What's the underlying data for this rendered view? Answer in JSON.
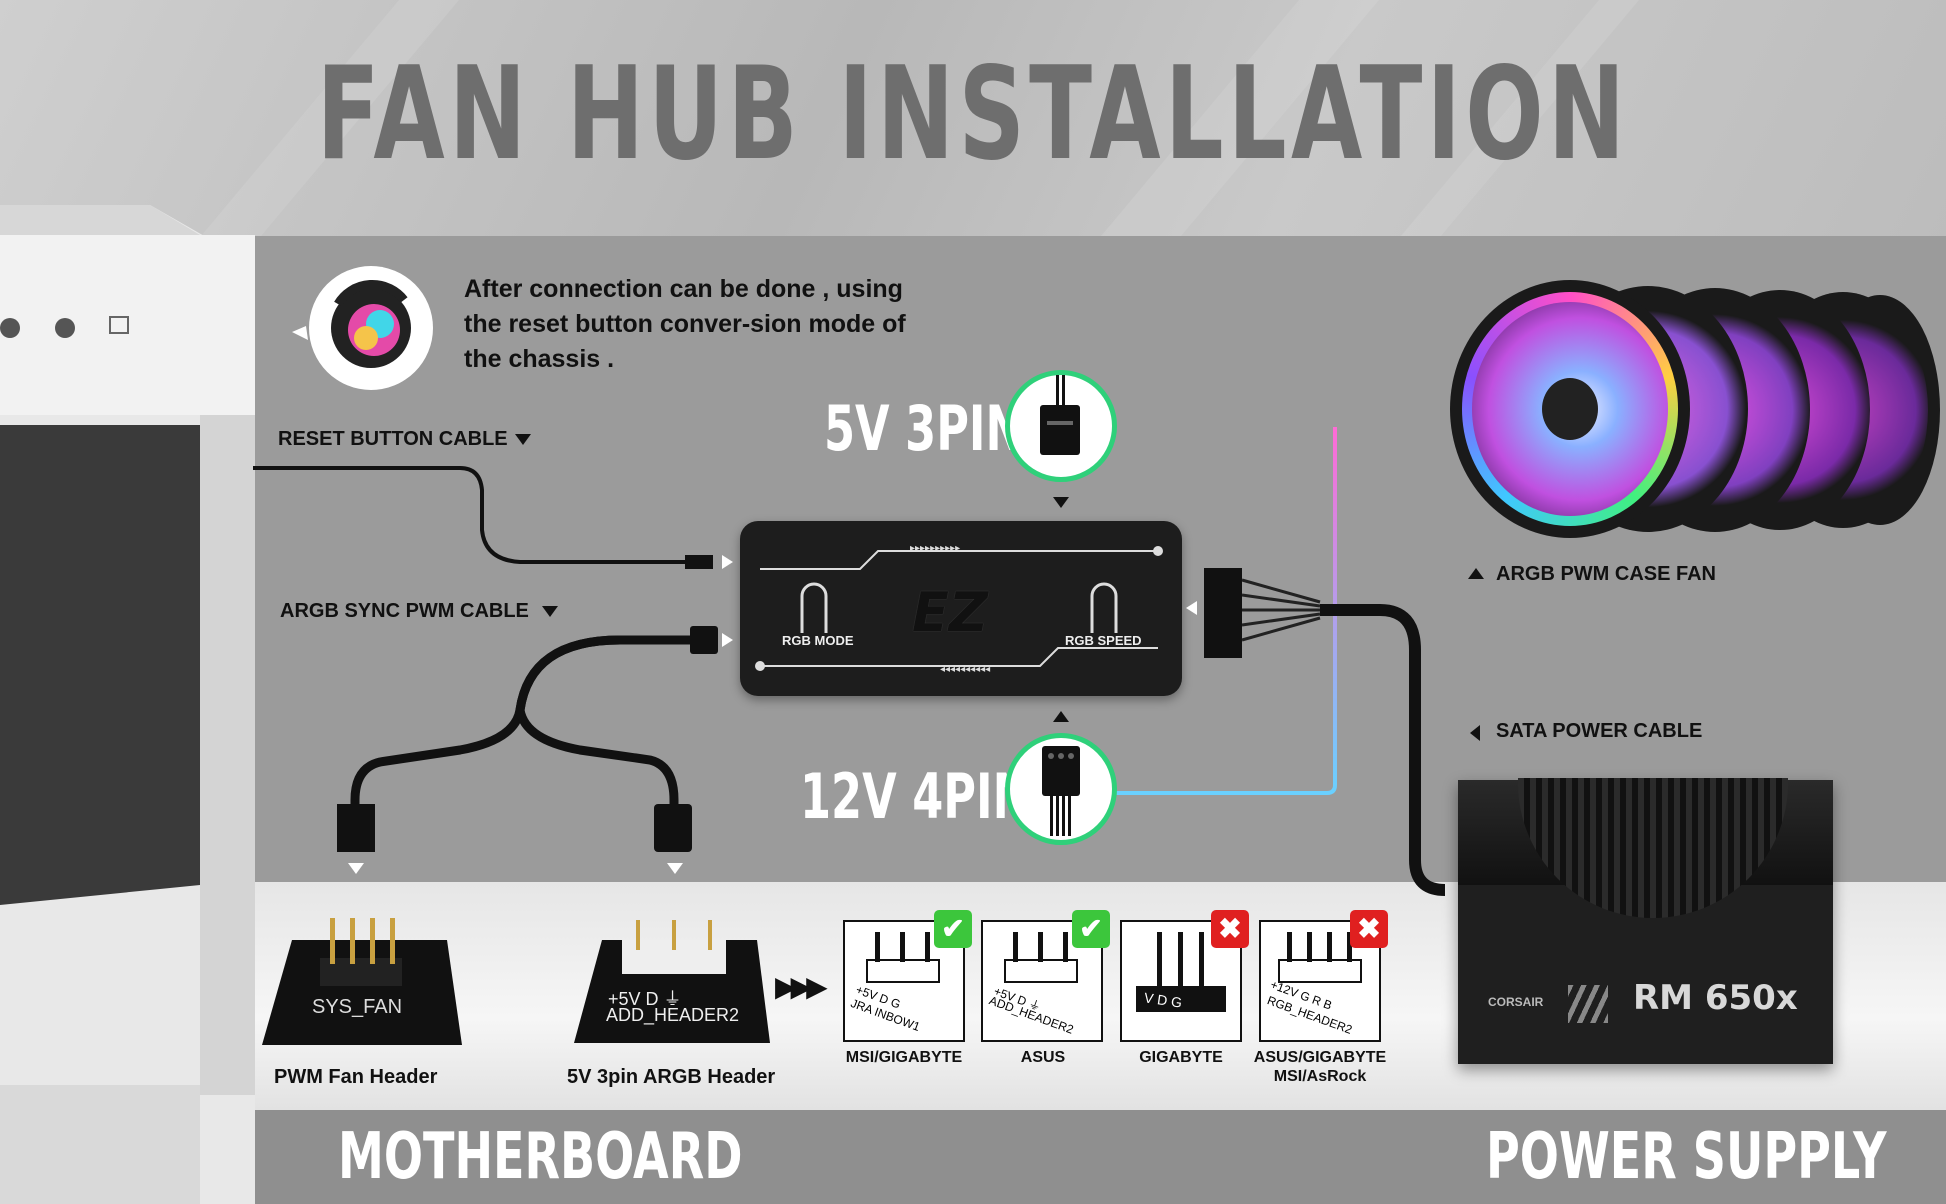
{
  "title": "FAN HUB INSTALLATION",
  "info_text": "After connection can be done , using the reset button conver-sion mode of the chassis .",
  "labels": {
    "reset_cable": "RESET BUTTON CABLE",
    "argb_sync_cable": "ARGB SYNC PWM CABLE",
    "case_fan": "ARGB PWM CASE FAN",
    "sata_cable": "SATA POWER CABLE",
    "five_v": "5V 3PIN",
    "twelve_v": "12V 4PIN"
  },
  "hub": {
    "brand": "EZ",
    "left_button": "RGB MODE",
    "right_button": "RGB SPEED"
  },
  "headers": {
    "pwm_chip_text": "SYS_FAN",
    "pwm_caption": "PWM Fan Header",
    "argb_chip_text_1": "+5V  D   ⏚",
    "argb_chip_text_2": "ADD_HEADER2",
    "argb_caption": "5V 3pin ARGB Header"
  },
  "compat": [
    {
      "caption": "MSI/GIGABYTE",
      "pins": "+5V  D   G",
      "name": "JRA INBOW1",
      "ok": true,
      "mark": "✔"
    },
    {
      "caption": "ASUS",
      "pins": "+5V  D  ⏚",
      "name": "ADD_HEADER2",
      "ok": true,
      "mark": "✔"
    },
    {
      "caption": "GIGABYTE",
      "pins": "V  D  G",
      "name": "",
      "ok": false,
      "mark": "✖"
    },
    {
      "caption": "ASUS/GIGABYTE MSI/AsRock",
      "pins": "+12V G  R  B",
      "name": "RGB_HEADER2",
      "ok": false,
      "mark": "✖"
    }
  ],
  "psu": {
    "brand": "CORSAIR",
    "model": "RM 650x"
  },
  "sections": {
    "motherboard": "MOTHERBOARD",
    "power_supply": "POWER SUPPLY"
  },
  "colors": {
    "accent_green": "#2fd07a",
    "ok_green": "#3cc63c",
    "bad_red": "#e02020"
  }
}
